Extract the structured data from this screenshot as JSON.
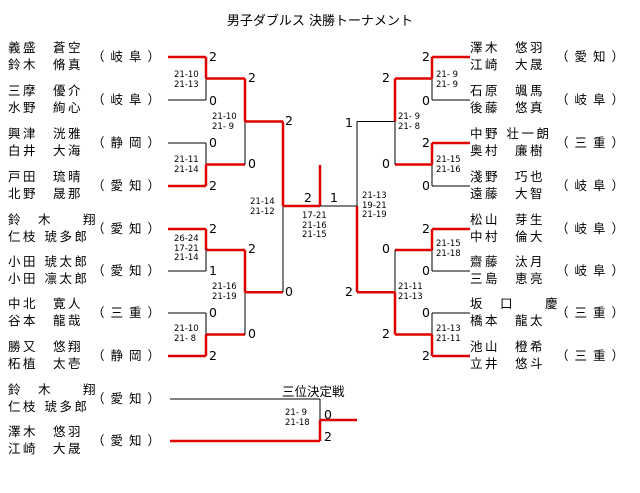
{
  "title": "男子ダブルス 決勝トーナメント",
  "third_place_title": "三位決定戦",
  "left_entries": [
    {
      "p1": "義盛　蒼空",
      "p2": "鈴木　脩真",
      "pref": "（岐阜）"
    },
    {
      "p1": "三摩　優介",
      "p2": "水野　絢心",
      "pref": "（岐阜）"
    },
    {
      "p1": "興津　洸雅",
      "p2": "白井　大海",
      "pref": "（静岡）"
    },
    {
      "p1": "戸田　琉晴",
      "p2": "北野　晟那",
      "pref": "（愛知）"
    },
    {
      "p1": "鈴　木　　翔",
      "p2": "仁枝 琥多郎",
      "pref": "（愛知）"
    },
    {
      "p1": "小田 琥太郎",
      "p2": "小田 凛太郎",
      "pref": "（愛知）"
    },
    {
      "p1": "中北　寛人",
      "p2": "谷本　龍哉",
      "pref": "（三重）"
    },
    {
      "p1": "勝又　悠翔",
      "p2": "柘植　太壱",
      "pref": "（静岡）"
    }
  ],
  "right_entries": [
    {
      "p1": "澤木　悠羽",
      "p2": "江崎　大晟",
      "pref": "（愛知）"
    },
    {
      "p1": "石原　颯馬",
      "p2": "後藤　悠真",
      "pref": "（岐阜）"
    },
    {
      "p1": "中野 壮一朗",
      "p2": "奥村　廉樹",
      "pref": "（三重）"
    },
    {
      "p1": "淺野　巧也",
      "p2": "遠藤　大智",
      "pref": "（岐阜）"
    },
    {
      "p1": "松山　芽生",
      "p2": "中村　倫大",
      "pref": "（岐阜）"
    },
    {
      "p1": "齋藤　汰月",
      "p2": "三島　恵亮",
      "pref": "（岐阜）"
    },
    {
      "p1": "坂　口　　慶",
      "p2": "橋本　龍太",
      "pref": "（三重）"
    },
    {
      "p1": "池山　橙希",
      "p2": "立井　悠斗",
      "pref": "（三重）"
    }
  ],
  "third_entries": [
    {
      "p1": "鈴　木　　翔",
      "p2": "仁枝 琥多郎",
      "pref": "（愛知）"
    },
    {
      "p1": "澤木　悠羽",
      "p2": "江崎　大晟",
      "pref": "（愛知）"
    }
  ],
  "left_r1": [
    {
      "top": "2",
      "bottom": "0",
      "games": "21-10\n21-13"
    },
    {
      "top": "0",
      "bottom": "2",
      "games": "21-11\n21-14"
    },
    {
      "top": "2",
      "bottom": "1",
      "games": "26-24\n17-21\n21-14"
    },
    {
      "top": "0",
      "bottom": "2",
      "games": "21-10\n21- 8"
    }
  ],
  "left_r2": [
    {
      "top": "2",
      "bottom": "0",
      "games": "21-10\n21- 9"
    },
    {
      "top": "2",
      "bottom": "0",
      "games": "21-16\n21-19"
    }
  ],
  "left_r3": {
    "top": "2",
    "bottom": "0",
    "games": "21-14\n21-12"
  },
  "right_r1": [
    {
      "top": "2",
      "bottom": "0",
      "games": "21- 9\n21- 9"
    },
    {
      "top": "2",
      "bottom": "0",
      "games": "21-15\n21-16"
    },
    {
      "top": "2",
      "bottom": "0",
      "games": "21-15\n21-18"
    },
    {
      "top": "0",
      "bottom": "2",
      "games": "21-13\n21-11"
    }
  ],
  "right_r2": [
    {
      "top": "2",
      "bottom": "0",
      "games": "21- 9\n21- 8"
    },
    {
      "top": "0",
      "bottom": "2",
      "games": "21-11\n21-13"
    }
  ],
  "right_r3": {
    "top": "1",
    "bottom": "2",
    "games": "21-13\n19-21\n21-19"
  },
  "final": {
    "left": "2",
    "right": "1",
    "games": "17-21\n21-16\n21-15"
  },
  "third": {
    "top": "0",
    "bottom": "2",
    "games": "21- 9\n21-18"
  },
  "colors": {
    "win_line": "#e00000",
    "line": "#000000",
    "text": "#000000"
  }
}
